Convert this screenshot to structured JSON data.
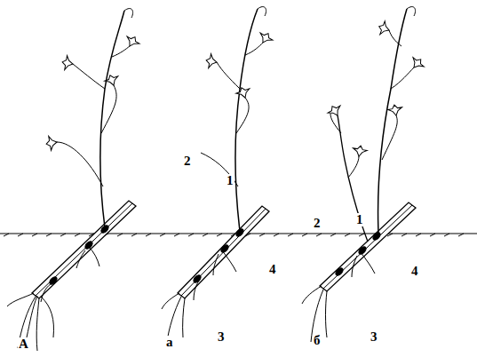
{
  "diagram": {
    "labels": [
      "2",
      "1",
      "4",
      "3",
      "2",
      "1",
      "4",
      "3",
      "А",
      "а",
      "б"
    ]
  }
}
